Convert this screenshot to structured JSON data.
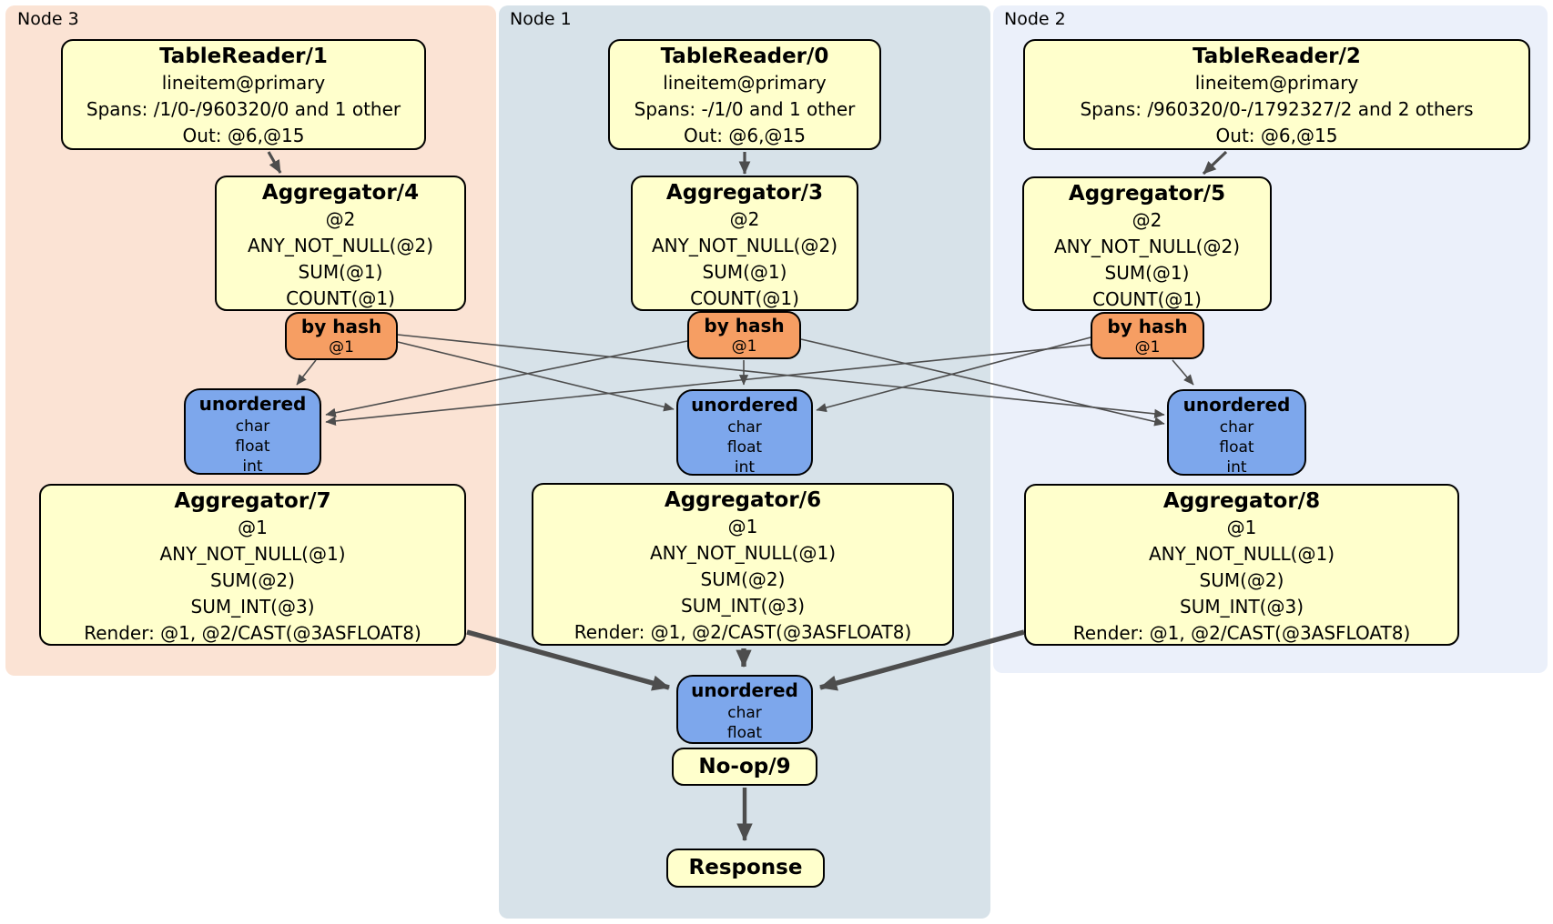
{
  "nodes": {
    "node3": "Node 3",
    "node1": "Node 1",
    "node2": "Node 2"
  },
  "boxes": {
    "tr1": {
      "title": "TableReader/1",
      "lines": [
        "lineitem@primary",
        "Spans: /1/0-/960320/0 and 1 other",
        "Out: @6,@15"
      ]
    },
    "tr0": {
      "title": "TableReader/0",
      "lines": [
        "lineitem@primary",
        "Spans: -/1/0 and 1 other",
        "Out: @6,@15"
      ]
    },
    "tr2": {
      "title": "TableReader/2",
      "lines": [
        "lineitem@primary",
        "Spans: /960320/0-/1792327/2 and 2 others",
        "Out: @6,@15"
      ]
    },
    "agg4": {
      "title": "Aggregator/4",
      "lines": [
        "@2",
        "ANY_NOT_NULL(@2)",
        "SUM(@1)",
        "COUNT(@1)"
      ]
    },
    "agg3": {
      "title": "Aggregator/3",
      "lines": [
        "@2",
        "ANY_NOT_NULL(@2)",
        "SUM(@1)",
        "COUNT(@1)"
      ]
    },
    "agg5": {
      "title": "Aggregator/5",
      "lines": [
        "@2",
        "ANY_NOT_NULL(@2)",
        "SUM(@1)",
        "COUNT(@1)"
      ]
    },
    "agg7": {
      "title": "Aggregator/7",
      "lines": [
        "@1",
        "ANY_NOT_NULL(@1)",
        "SUM(@2)",
        "SUM_INT(@3)",
        "Render: @1, @2/CAST(@3ASFLOAT8)"
      ]
    },
    "agg6": {
      "title": "Aggregator/6",
      "lines": [
        "@1",
        "ANY_NOT_NULL(@1)",
        "SUM(@2)",
        "SUM_INT(@3)",
        "Render: @1, @2/CAST(@3ASFLOAT8)"
      ]
    },
    "agg8": {
      "title": "Aggregator/8",
      "lines": [
        "@1",
        "ANY_NOT_NULL(@1)",
        "SUM(@2)",
        "SUM_INT(@3)",
        "Render: @1, @2/CAST(@3ASFLOAT8)"
      ]
    },
    "noop": {
      "title": "No-op/9"
    },
    "response": {
      "title": "Response"
    }
  },
  "routers": {
    "hash": {
      "title": "by hash",
      "detail": "@1"
    }
  },
  "syncs": {
    "stage": {
      "title": "unordered",
      "types": [
        "char",
        "float",
        "int"
      ]
    },
    "final": {
      "title": "unordered",
      "types": [
        "char",
        "float"
      ]
    }
  },
  "colors": {
    "node3_bg": "#fbe3d4",
    "node1_bg": "#d7e2e9",
    "node2_bg": "#ebf0fa",
    "processor_bg": "#ffffcc",
    "router_bg": "#f69e63",
    "sync_bg": "#7da7ec",
    "edge": "#4d4d4d",
    "border": "#000000"
  }
}
